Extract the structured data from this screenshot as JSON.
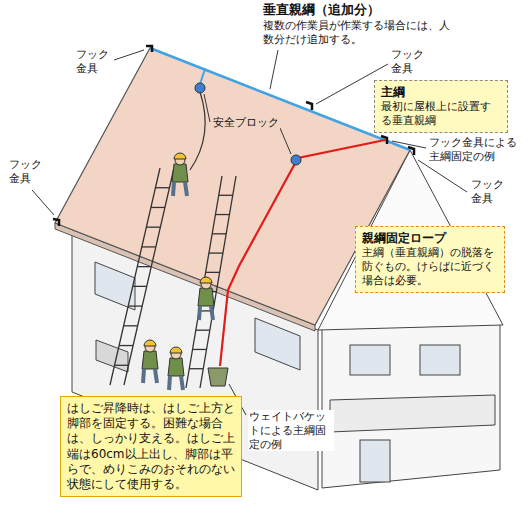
{
  "diagram": {
    "nodes": [
      {
        "text": [
          "主綱",
          "最初に屋根上に設置する垂直親綱"
        ]
      },
      {
        "text": [
          "親綱固定ロープ",
          "主綱（垂直親綱）の脱落を防ぐもの。けらばに近づく場合は必要。"
        ]
      },
      {
        "text": [
          "はしご昇降時は、はしご上方と脚部を固定する。困難な場合は、しっかり支える。はしご上端は60cm以上出し、脚部は平らで、めりこみのおそれのない状態にして使用する。"
        ]
      }
    ],
    "labels": [
      "垂直親綱（追加分）",
      "複数の作業員が作業する場合には、人数分だけ追加する。",
      "フック金具",
      "フック金具",
      "フック金具",
      "フック金具",
      "フック金具による主綱固定の例",
      "安全ブロック",
      "ウェイトバケットによる主綱固定の例"
    ]
  }
}
